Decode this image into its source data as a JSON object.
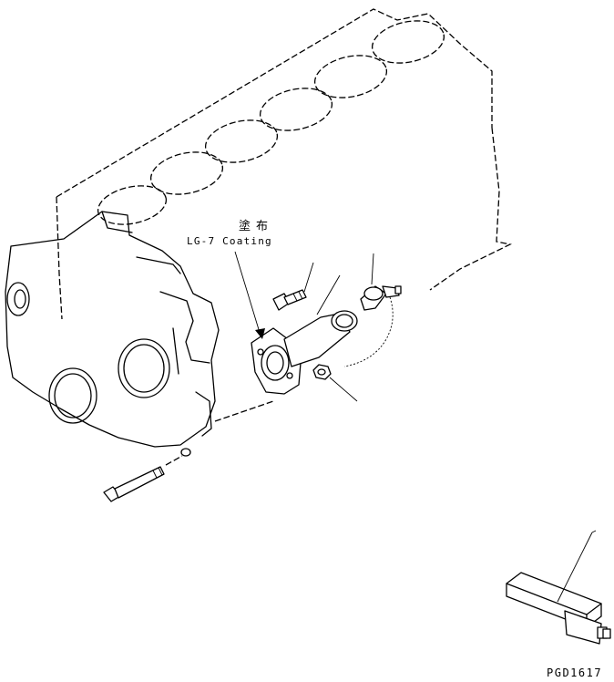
{
  "annotation": {
    "japanese": "塗布",
    "english": "LG-7 Coating"
  },
  "drawing_id": "PGD1617",
  "parts": [
    {
      "name": "cylinder-block",
      "icon": "engine-block-icon"
    },
    {
      "name": "water-inlet-pipe",
      "icon": "pipe-flange-icon"
    },
    {
      "name": "flange-bolt",
      "icon": "bolt-icon"
    },
    {
      "name": "nut",
      "icon": "nut-icon"
    },
    {
      "name": "drain-cock-with-cap-chain",
      "icon": "valve-icon"
    },
    {
      "name": "long-mounting-bolt",
      "icon": "bolt-icon"
    },
    {
      "name": "service-tool",
      "icon": "tool-icon"
    }
  ]
}
